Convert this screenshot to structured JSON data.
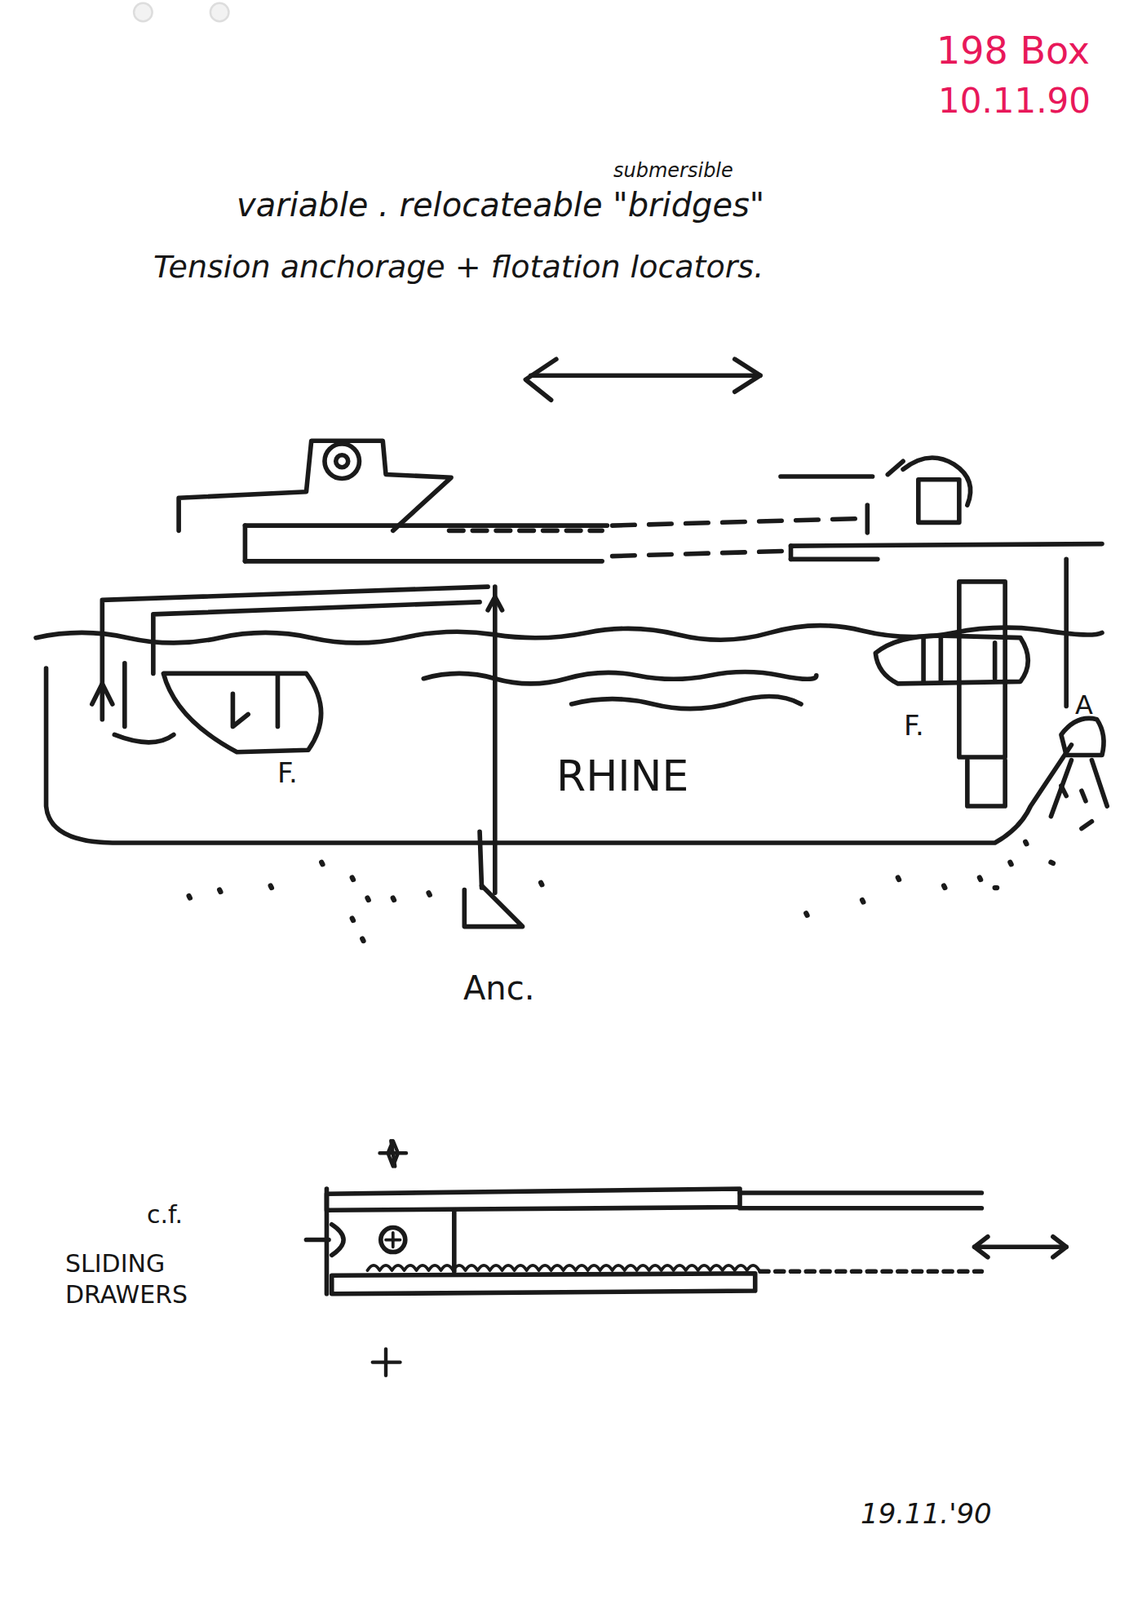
{
  "diagram": {
    "title": "variable . relocateable \"bridges\"",
    "labels": [
      "198 Box",
      "10.11.90",
      "submersible",
      "Tension anchorage + flotation locators.",
      "RHINE",
      "F.",
      "F.",
      "A",
      "Anc.",
      "c.f.",
      "SLIDING DRAWERS",
      "19.11.'90"
    ]
  }
}
